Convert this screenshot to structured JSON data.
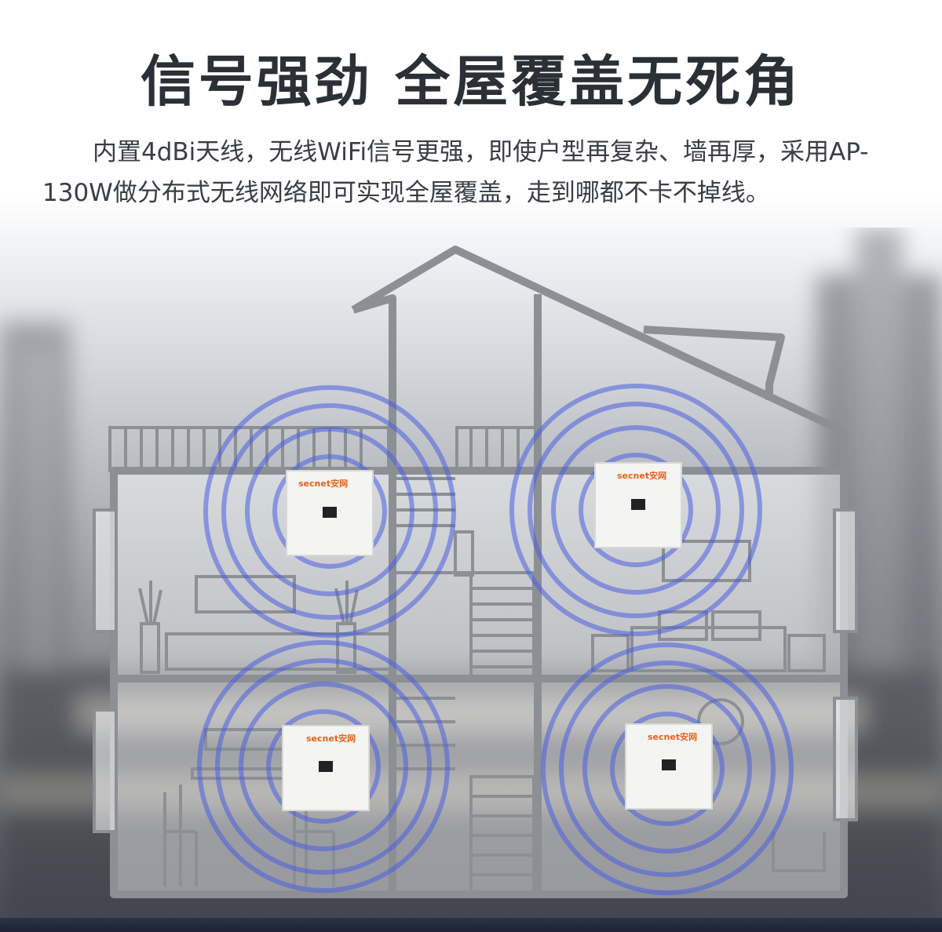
{
  "headline": "信号强劲  全屋覆盖无死角",
  "description": "内置4dBi天线，无线WiFi信号更强，即使户型再复杂、墙再厚，采用AP-130W做分布式无线网络即可实现全屋覆盖，走到哪都不卡不掉线。",
  "device_brand": "secnet安网",
  "colors": {
    "headline": "#2b2f36",
    "wall": "#8c8f94",
    "signal_ring": "#4a5fe0",
    "brand_orange": "#e8621a"
  },
  "icons": [
    "wifi-signal-rings",
    "ethernet-port-icon",
    "router-panel"
  ]
}
